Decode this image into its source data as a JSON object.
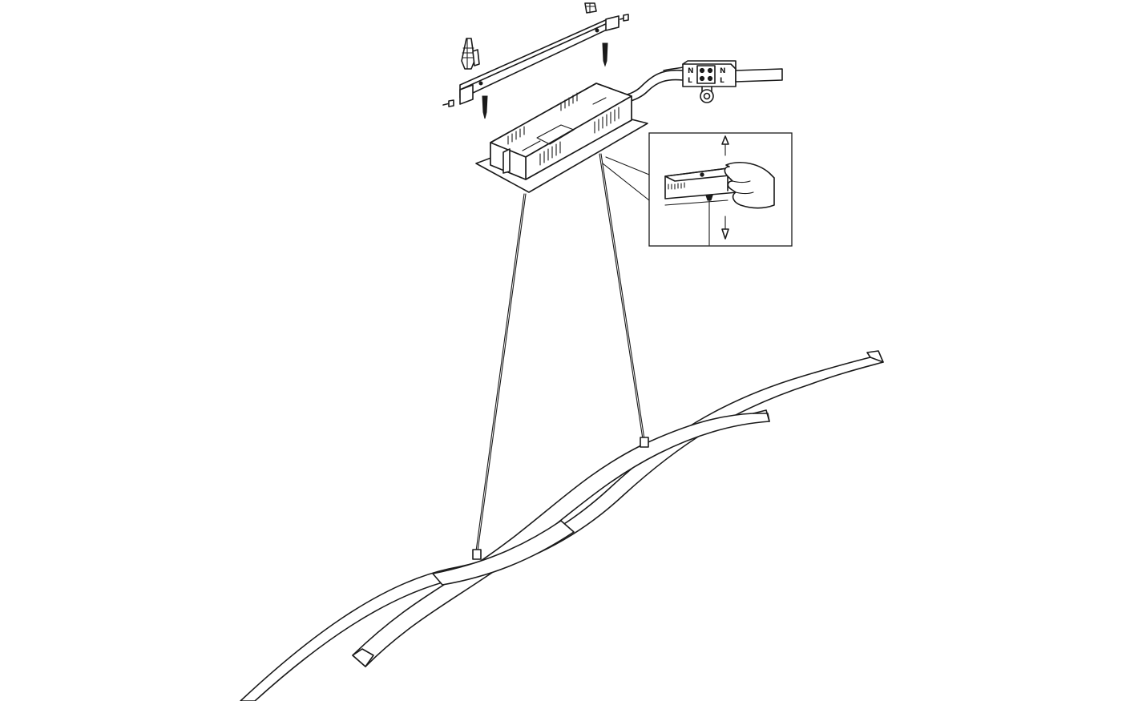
{
  "diagram": {
    "terminal_block": {
      "labels": [
        "N",
        "L",
        "N",
        "L"
      ]
    }
  }
}
